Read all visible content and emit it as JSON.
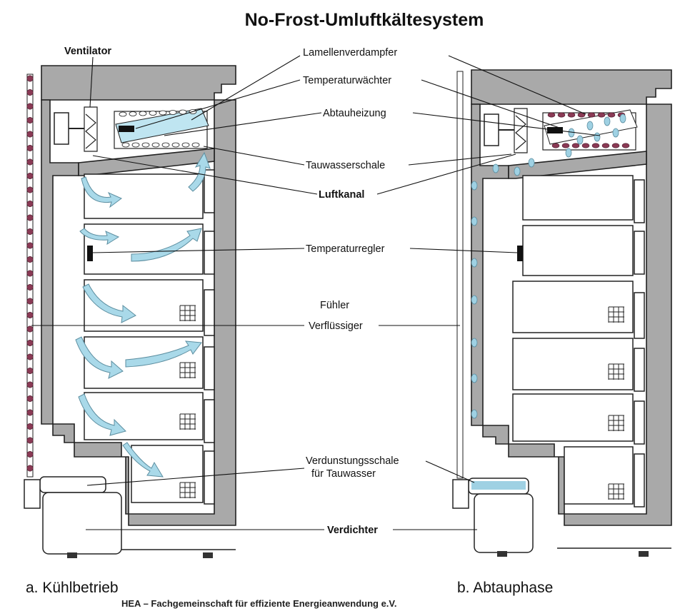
{
  "title": "No-Frost-Umluftkältesystem",
  "labels": {
    "ventilator": "Ventilator",
    "lamellenverdampfer": "Lamellenverdampfer",
    "temperaturwaechter": "Temperaturwächter",
    "abtauheizung": "Abtauheizung",
    "tauwasserschale": "Tauwasserschale",
    "luftkanal": "Luftkanal",
    "temperaturregler": "Temperaturregler",
    "fuehler": "Fühler",
    "verfluessiger": "Verflüssiger",
    "verdunstungsschale_1": "Verdunstungsschale",
    "verdunstungsschale_2": "für Tauwasser",
    "verdichter": "Verdichter"
  },
  "captions": {
    "left": "a. Kühlbetrieb",
    "right": "b. Abtauphase"
  },
  "footer": "HEA – Fachgemeinschaft für effiziente Energieanwendung e.V.",
  "colors": {
    "wall": "#a9a9a9",
    "airflow": "#a9d9e9",
    "condenser_coil": "#8a3a55",
    "water": "#9fd1e3"
  }
}
